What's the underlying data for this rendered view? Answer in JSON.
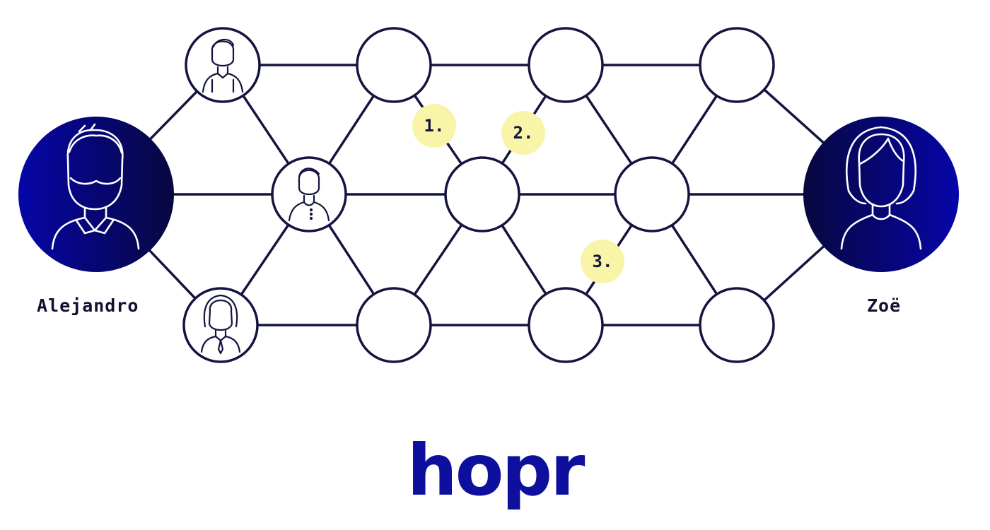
{
  "users": {
    "sender": {
      "name": "Alejandro",
      "icon": "male-user-icon"
    },
    "receiver": {
      "name": "Zoë",
      "icon": "female-user-icon"
    }
  },
  "relay_nodes": [
    {
      "id": "node-a",
      "icon": "person-icon"
    },
    {
      "id": "node-b",
      "icon": "person-icon"
    },
    {
      "id": "node-c",
      "icon": "person-with-tie-icon"
    }
  ],
  "hops": [
    {
      "label": "1."
    },
    {
      "label": "2."
    },
    {
      "label": "3."
    }
  ],
  "logo": {
    "text": "hopr"
  },
  "colors": {
    "line": "#141440",
    "endpoint_gradient_start": "#0606a8",
    "endpoint_gradient_end": "#070740",
    "hop_badge": "#f8f4a8",
    "logo": "#0f0f9e"
  }
}
